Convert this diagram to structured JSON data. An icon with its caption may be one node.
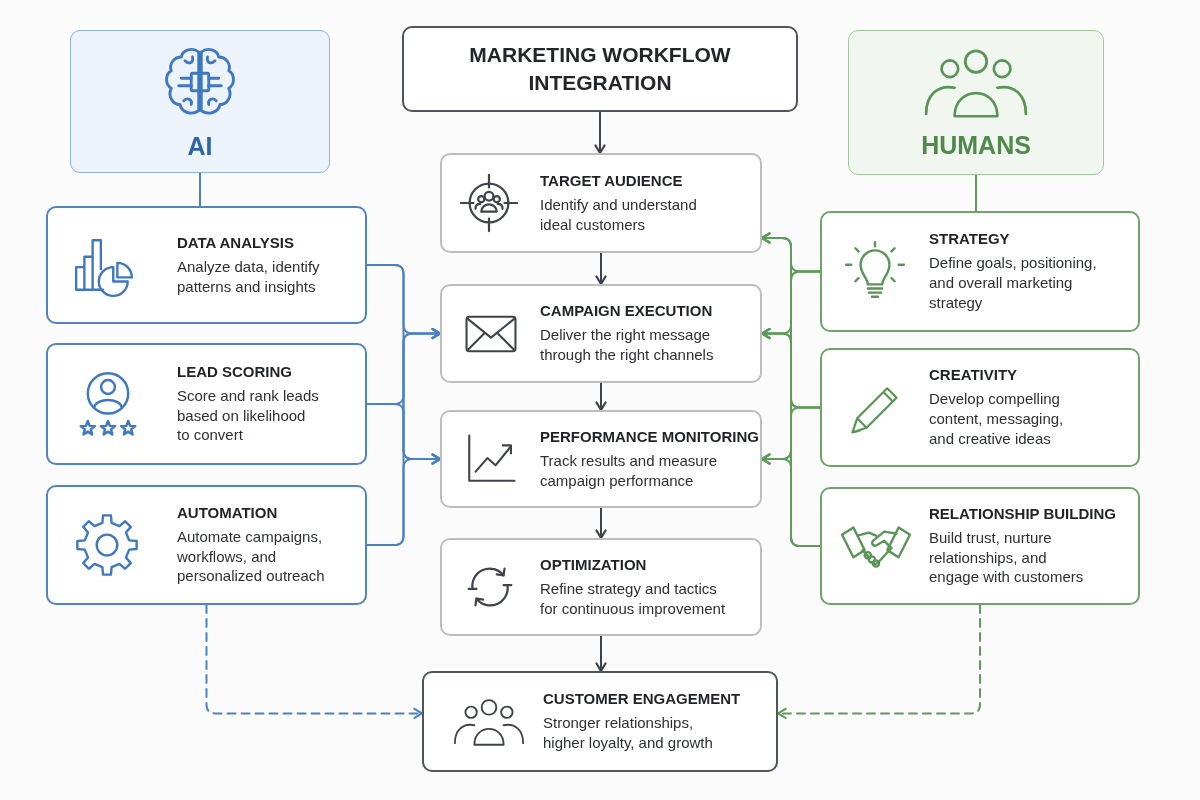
{
  "diagram": {
    "nodes": [
      {
        "text": [
          "AI"
        ]
      },
      {
        "text": [
          "MARKETING WORKFLOW INTEGRATION"
        ]
      },
      {
        "text": [
          "HUMANS"
        ]
      },
      {
        "text": [
          "DATA ANALYSIS",
          "Analyze data, identify patterns and insights"
        ]
      },
      {
        "text": [
          "LEAD SCORING",
          "Score and rank leads based on likelihood to convert"
        ]
      },
      {
        "text": [
          "AUTOMATION",
          "Automate campaigns, workflows, and personalized outreach"
        ]
      },
      {
        "text": [
          "TARGET AUDIENCE",
          "Identify and understand ideal customers"
        ]
      },
      {
        "text": [
          "CAMPAIGN EXECUTION",
          "Deliver the right message through the right channels"
        ]
      },
      {
        "text": [
          "PERFORMANCE MONITORING",
          "Track results and measure campaign performance"
        ]
      },
      {
        "text": [
          "OPTIMIZATION",
          "Refine strategy and tactics for continuous improvement"
        ]
      },
      {
        "text": [
          "STRATEGY",
          "Define goals, positioning, and overall marketing strategy"
        ]
      },
      {
        "text": [
          "CREATIVITY",
          "Develop compelling content, messaging, and creative ideas"
        ]
      },
      {
        "text": [
          "RELATIONSHIP BUILDING",
          "Build trust, nurture relationships, and engage with customers"
        ]
      },
      {
        "text": [
          "CUSTOMER ENGAGEMENT",
          "Stronger relationships, higher loyalty, and growth"
        ]
      }
    ],
    "edges": [
      {
        "from": 0,
        "to": 3,
        "arrow": "none",
        "color": "#4a80c4"
      },
      {
        "from": 1,
        "to": 6,
        "arrow": "to",
        "color": "#3e4349"
      },
      {
        "from": 2,
        "to": 10,
        "arrow": "none"
      },
      {
        "from": 6,
        "to": 7,
        "arrow": "to",
        "color": "#3e4349"
      },
      {
        "from": 7,
        "to": 8,
        "arrow": "to",
        "color": "#3e4349"
      },
      {
        "from": 8,
        "to": 9,
        "arrow": "to",
        "color": "#3e4349"
      },
      {
        "from": 9,
        "to": 13,
        "arrow": "to",
        "color": "#3e4349"
      },
      {
        "from": 3,
        "to": 7,
        "arrow": "to",
        "color": "#4a80c4"
      },
      {
        "from": 3,
        "to": 8,
        "arrow": "to",
        "color": "#4a80c4"
      },
      {
        "from": 4,
        "to": 7,
        "arrow": "to",
        "color": "#4a80c4"
      },
      {
        "from": 4,
        "to": 8,
        "arrow": "to",
        "color": "#4a80c4"
      },
      {
        "from": 5,
        "to": 7,
        "arrow": "to",
        "color": "#4a80c4"
      },
      {
        "from": 5,
        "to": 8,
        "arrow": "to",
        "color": "#4a80c4"
      },
      {
        "from": 10,
        "to": 6,
        "arrow": "to"
      },
      {
        "from": 10,
        "to": 7,
        "arrow": "to"
      },
      {
        "from": 10,
        "to": 8,
        "arrow": "to"
      },
      {
        "from": 11,
        "to": 6,
        "arrow": "to"
      },
      {
        "from": 11,
        "to": 7,
        "arrow": "to"
      },
      {
        "from": 11,
        "to": 8,
        "arrow": "to"
      },
      {
        "from": 12,
        "to": 6,
        "arrow": "to"
      },
      {
        "from": 12,
        "to": 7,
        "arrow": "to"
      },
      {
        "from": 12,
        "to": 8,
        "arrow": "to"
      },
      {
        "from": 5,
        "to": 13,
        "arrow": "to",
        "style": "dashed",
        "color": "#4a80c4"
      },
      {
        "from": 12,
        "to": 13,
        "arrow": "to",
        "style": "dashed"
      }
    ]
  }
}
